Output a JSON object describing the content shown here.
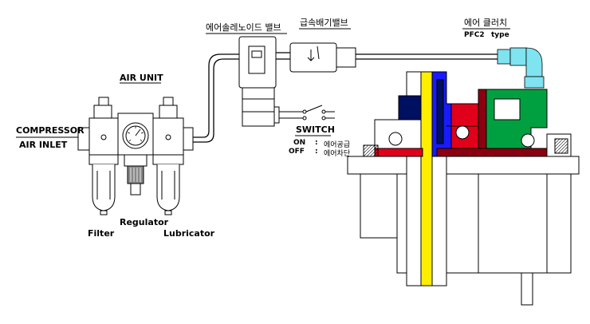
{
  "labels": {
    "compressor": "COMPRESSOR",
    "air_inlet": "AIR INLET",
    "air_unit": "AIR UNIT",
    "filter": "Filter",
    "regulator": "Regulator",
    "lubricator": "Lubricator",
    "solenoid_valve": "에어솔레노이드 밸브",
    "quick_exhaust_valve": "급속배기밸브",
    "air_clutch": "에어 클러치",
    "pfc2_model": "PFC2",
    "pfc2_type": "type",
    "switch": "SWITCH",
    "on_label": "ON",
    "on_desc": "에어공급",
    "off_label": "OFF",
    "off_desc": "에어차단",
    "colon": ":"
  },
  "colors": {
    "clutch_blue": "#1a1aff",
    "clutch_red": "#e0001a",
    "clutch_green": "#00a040",
    "clutch_yellow": "#ffee00",
    "clutch_navy": "#001060",
    "clutch_darkred": "#8a0010",
    "fitting_cyan": "#7fe3f0",
    "line": "#000000"
  }
}
